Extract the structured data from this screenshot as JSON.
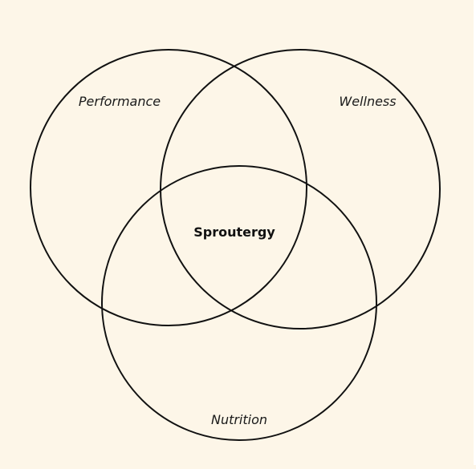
{
  "diagram": {
    "type": "venn",
    "sets": [
      {
        "label": "Performance"
      },
      {
        "label": "Wellness"
      },
      {
        "label": "Nutrition"
      }
    ],
    "center_label": "Sproutergy",
    "colors": {
      "background": "#fdf6e8",
      "stroke": "#111111",
      "text": "#1a1a1a"
    }
  }
}
